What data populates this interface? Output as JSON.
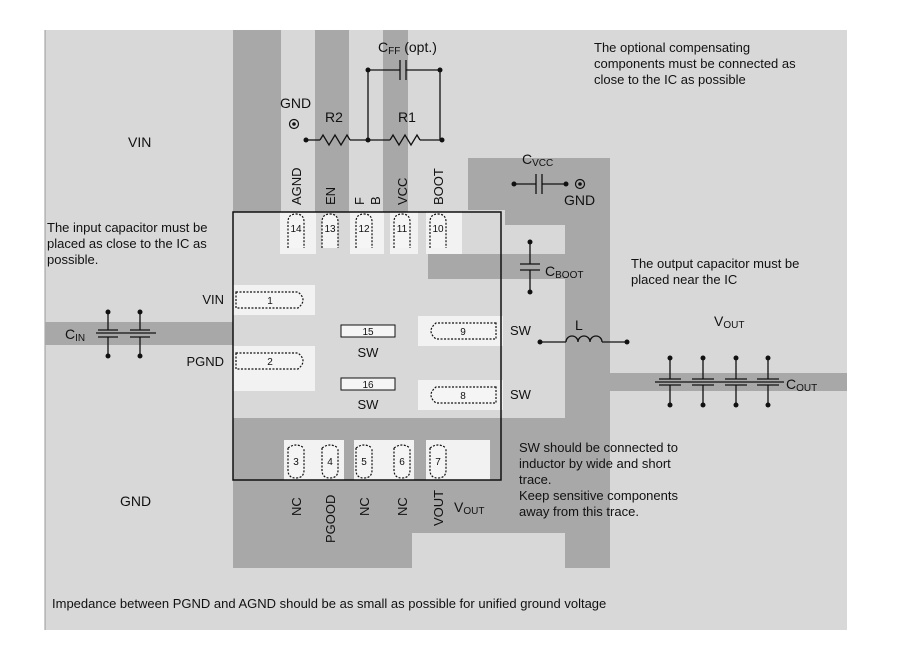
{
  "colors": {
    "board": "#d8d8d8",
    "copper": "#a8a8a8",
    "pad_fill": "#f2f2f2",
    "line": "#111111",
    "background": "#ffffff"
  },
  "notes": {
    "compensation": [
      "The optional compensating",
      "components must be connected as",
      "close to the IC as possible"
    ],
    "input_cap": [
      "The input capacitor must be",
      "placed as close to the IC as",
      "possible."
    ],
    "output_cap": [
      "The output capacitor must be",
      "placed near the IC"
    ],
    "sw": [
      "SW should be connected to",
      "inductor by wide and short",
      "trace.",
      "Keep sensitive components",
      "away from this trace."
    ],
    "impedance": "Impedance between PGND and AGND should be as small as possible for unified ground voltage"
  },
  "nets": {
    "vin": "VIN",
    "gnd": "GND",
    "vout_main": "V",
    "vout_main_sub": "OUT",
    "vout_pin_side": "V",
    "vout_pin_side_sub": "OUT"
  },
  "components": {
    "cff": "C",
    "cff_sub": "FF",
    "cff_suffix": " (opt.)",
    "r1": "R1",
    "r2": "R2",
    "gnd_r2": "GND",
    "cvcc": "C",
    "cvcc_sub": "VCC",
    "gnd_cvcc": "GND",
    "cboot": "C",
    "cboot_sub": "BOOT",
    "cin": "C",
    "cin_sub": "IN",
    "inductor": "L",
    "cout": "C",
    "cout_sub": "OUT"
  },
  "pins": {
    "p1": {
      "num": "1",
      "name": "VIN"
    },
    "p2": {
      "num": "2",
      "name": "PGND"
    },
    "p3": {
      "num": "3",
      "name": "NC"
    },
    "p4": {
      "num": "4",
      "name": "PGOOD"
    },
    "p5": {
      "num": "5",
      "name": "NC"
    },
    "p6": {
      "num": "6",
      "name": "NC"
    },
    "p7": {
      "num": "7",
      "name": "VOUT"
    },
    "p8": {
      "num": "8",
      "name": "SW"
    },
    "p9": {
      "num": "9",
      "name": "SW"
    },
    "p10": {
      "num": "10",
      "name": "BOOT"
    },
    "p11": {
      "num": "11",
      "name": "VCC"
    },
    "p12": {
      "num": "12",
      "name_f": "F",
      "name_b": "B"
    },
    "p13": {
      "num": "13",
      "name": "EN"
    },
    "p14": {
      "num": "14",
      "name": "AGND"
    },
    "p15": {
      "num": "15",
      "name": "SW"
    },
    "p16": {
      "num": "16",
      "name": "SW"
    }
  }
}
